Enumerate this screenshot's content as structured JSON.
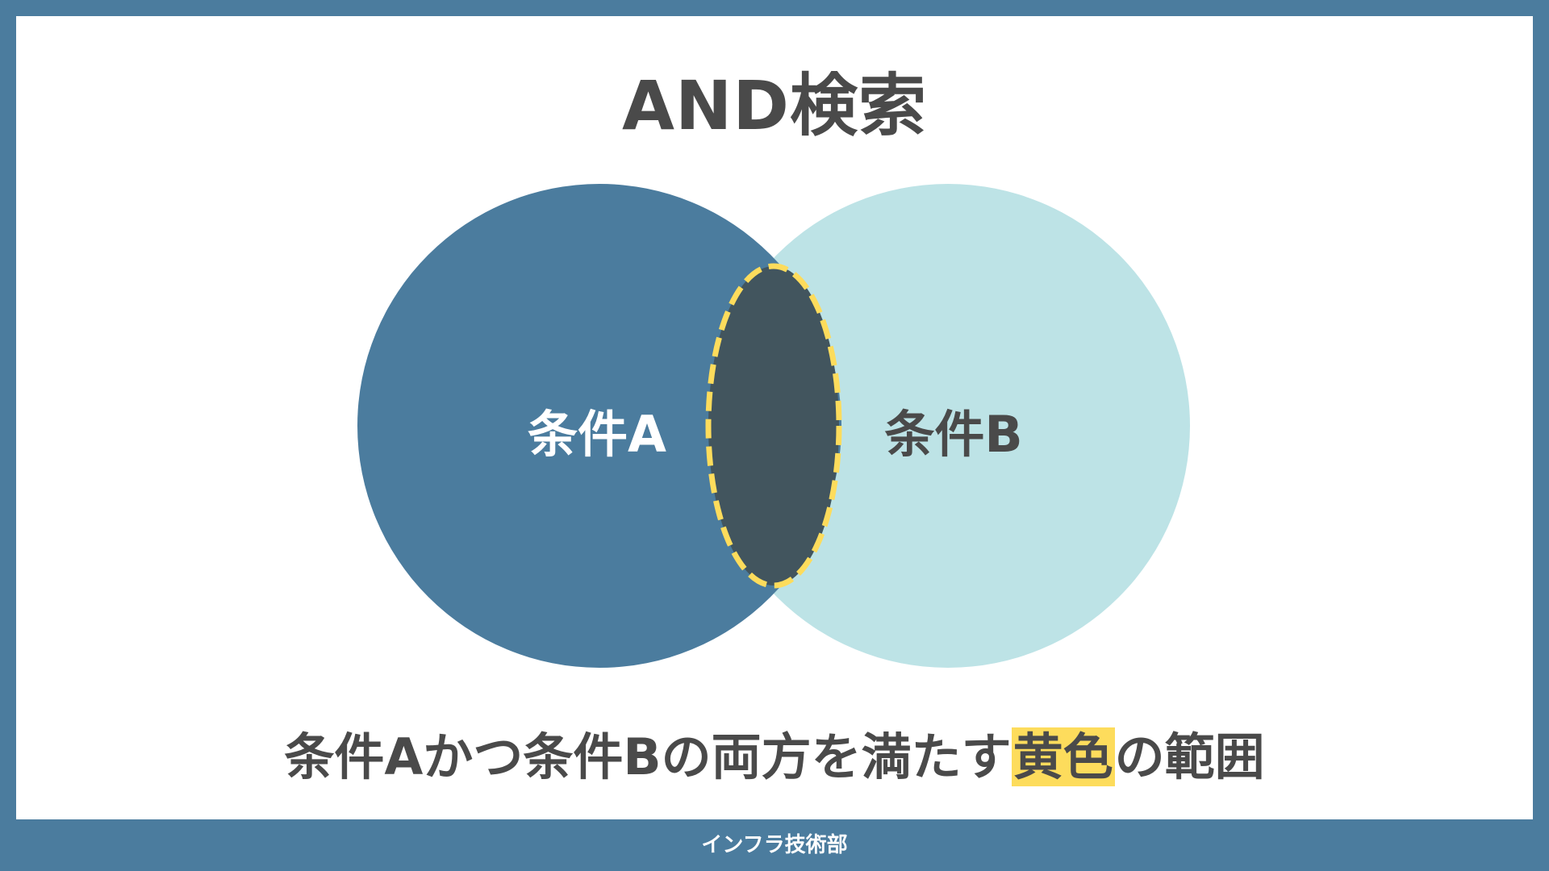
{
  "title": "AND検索",
  "diagram": {
    "set_a_label": "条件A",
    "set_b_label": "条件B"
  },
  "caption": {
    "before": "条件Aかつ条件Bの両方を満たす",
    "highlight": "黄色",
    "after": "の範囲"
  },
  "footer": "インフラ技術部",
  "colors": {
    "background_border": "#4b7c9e",
    "set_a": "#4b7c9e",
    "set_b": "#bde3e6",
    "intersection": "#42555e",
    "intersection_outline": "#fddc5c",
    "highlight": "#fddc5c",
    "text": "#4a4a4a"
  }
}
